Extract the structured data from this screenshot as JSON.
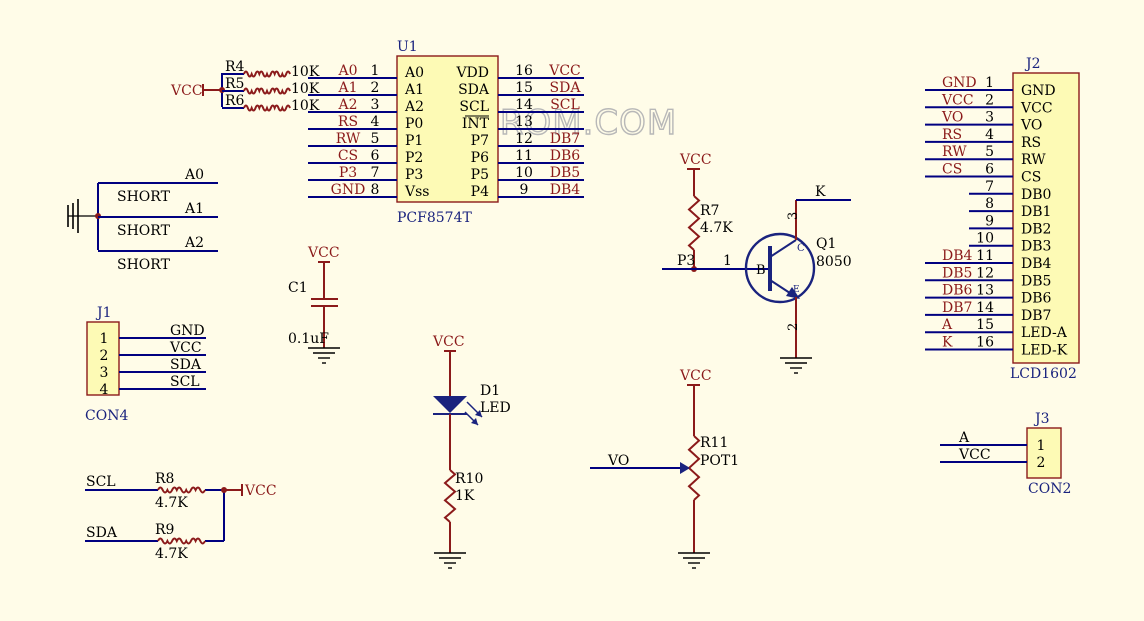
{
  "watermark": "SUNROM.COM",
  "u1": {
    "ref": "U1",
    "part": "PCF8574T",
    "left": [
      {
        "net": "A0",
        "num": "1",
        "pin": "A0"
      },
      {
        "net": "A1",
        "num": "2",
        "pin": "A1"
      },
      {
        "net": "A2",
        "num": "3",
        "pin": "A2"
      },
      {
        "net": "RS",
        "num": "4",
        "pin": "P0"
      },
      {
        "net": "RW",
        "num": "5",
        "pin": "P1"
      },
      {
        "net": "CS",
        "num": "6",
        "pin": "P2"
      },
      {
        "net": "P3",
        "num": "7",
        "pin": "P3"
      },
      {
        "net": "GND",
        "num": "8",
        "pin": "Vss"
      }
    ],
    "right": [
      {
        "net": "VCC",
        "num": "16",
        "pin": "VDD"
      },
      {
        "net": "SDA",
        "num": "15",
        "pin": "SDA"
      },
      {
        "net": "SCL",
        "num": "14",
        "pin": "SCL"
      },
      {
        "net": "",
        "num": "13",
        "pin": "INT"
      },
      {
        "net": "DB7",
        "num": "12",
        "pin": "P7"
      },
      {
        "net": "DB6",
        "num": "11",
        "pin": "P6"
      },
      {
        "net": "DB5",
        "num": "10",
        "pin": "P5"
      },
      {
        "net": "DB4",
        "num": "9",
        "pin": "P4"
      }
    ]
  },
  "addr_res": {
    "vcc": "VCC",
    "refs": [
      "R4",
      "R5",
      "R6"
    ],
    "value": "10K"
  },
  "short_block": {
    "label": "SHORT",
    "nets": [
      "A0",
      "A1",
      "A2"
    ]
  },
  "j1": {
    "ref": "J1",
    "part": "CON4",
    "pins": [
      {
        "num": "1",
        "net": "GND"
      },
      {
        "num": "2",
        "net": "VCC"
      },
      {
        "num": "3",
        "net": "SDA"
      },
      {
        "num": "4",
        "net": "SCL"
      }
    ]
  },
  "pullups": {
    "vcc": "VCC",
    "items": [
      {
        "net": "SCL",
        "ref": "R8",
        "value": "4.7K"
      },
      {
        "net": "SDA",
        "ref": "R9",
        "value": "4.7K"
      }
    ]
  },
  "c1": {
    "vcc": "VCC",
    "ref": "C1",
    "value": "0.1uF"
  },
  "d1": {
    "vcc": "VCC",
    "ref": "D1",
    "part": "LED",
    "rref": "R10",
    "rvalue": "1K"
  },
  "q1": {
    "vcc": "VCC",
    "rref": "R7",
    "rvalue": "4.7K",
    "in_net": "P3",
    "base_pin": "1",
    "b": "B",
    "c": "C",
    "e": "E",
    "col_pin": "3",
    "emit_pin": "2",
    "ref": "Q1",
    "part": "8050",
    "out_net": "K"
  },
  "pot": {
    "vcc": "VCC",
    "ref": "R11",
    "part": "POT1",
    "net": "VO"
  },
  "j2": {
    "ref": "J2",
    "part": "LCD1602",
    "pins": [
      {
        "net": "GND",
        "num": "1",
        "pin": "GND"
      },
      {
        "net": "VCC",
        "num": "2",
        "pin": "VCC"
      },
      {
        "net": "VO",
        "num": "3",
        "pin": "VO"
      },
      {
        "net": "RS",
        "num": "4",
        "pin": "RS"
      },
      {
        "net": "RW",
        "num": "5",
        "pin": "RW"
      },
      {
        "net": "CS",
        "num": "6",
        "pin": "CS"
      },
      {
        "net": "",
        "num": "7",
        "pin": "DB0"
      },
      {
        "net": "",
        "num": "8",
        "pin": "DB1"
      },
      {
        "net": "",
        "num": "9",
        "pin": "DB2"
      },
      {
        "net": "",
        "num": "10",
        "pin": "DB3"
      },
      {
        "net": "DB4",
        "num": "11",
        "pin": "DB4"
      },
      {
        "net": "DB5",
        "num": "12",
        "pin": "DB5"
      },
      {
        "net": "DB6",
        "num": "13",
        "pin": "DB6"
      },
      {
        "net": "DB7",
        "num": "14",
        "pin": "DB7"
      },
      {
        "net": "A",
        "num": "15",
        "pin": "LED-A"
      },
      {
        "net": "K",
        "num": "16",
        "pin": "LED-K"
      }
    ]
  },
  "j3": {
    "ref": "J3",
    "part": "CON2",
    "pins": [
      {
        "num": "1",
        "net": "A"
      },
      {
        "num": "2",
        "net": "VCC"
      }
    ]
  }
}
